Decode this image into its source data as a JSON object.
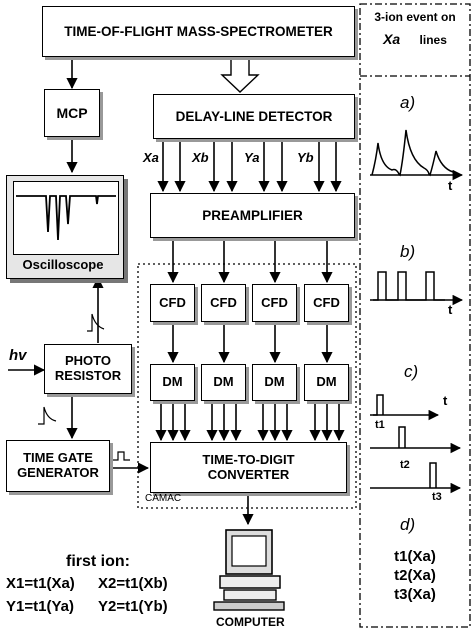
{
  "blocks": {
    "tof": "TIME-OF-FLIGHT MASS-SPECTROMETER",
    "mcp": "MCP",
    "delay_line": "DELAY-LINE DETECTOR",
    "preamp": "PREAMPLIFIER",
    "cfd": "CFD",
    "dm": "DM",
    "oscilloscope": "Oscilloscope",
    "photo_resistor_line1": "PHOTO",
    "photo_resistor_line2": "RESISTOR",
    "time_gate_line1": "TIME  GATE",
    "time_gate_line2": "GENERATOR",
    "tdc_line1": "TIME-TO-DIGIT",
    "tdc_line2": "CONVERTER",
    "camac": "CAMAC",
    "computer": "COMPUTER"
  },
  "signals": {
    "hv": "hv",
    "xa": "Xa",
    "xb": "Xb",
    "ya": "Ya",
    "yb": "Yb"
  },
  "side_panel": {
    "title_line1": "3-ion event on",
    "title_var": "Xa",
    "title_suffix": "lines",
    "panels": [
      "a)",
      "b)",
      "c)",
      "d)"
    ],
    "axis": "t",
    "times": [
      "t1",
      "t2",
      "t3"
    ],
    "results": [
      "t1(Xa)",
      "t2(Xa)",
      "t3(Xa)"
    ]
  },
  "first_ion": {
    "title": "first ion:",
    "eq1": "X1=t1(Xa)",
    "eq2": "X2=t1(Xb)",
    "eq3": "Y1=t1(Ya)",
    "eq4": "Y2=t1(Yb)"
  }
}
